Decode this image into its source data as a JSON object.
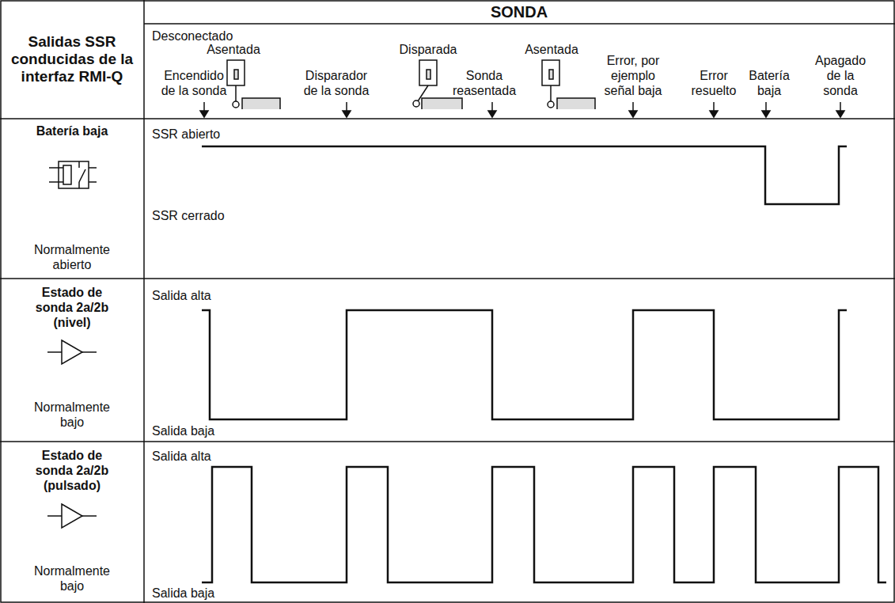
{
  "diagram": {
    "labels": [
      "Salidas SSR conducidas de la interfaz RMI-Q",
      "SONDA",
      "Desconectado",
      "Encendido de la sonda",
      "Asentada",
      "Disparador de la sonda",
      "Disparada",
      "Sonda reasentada",
      "Asentada",
      "Error, por ejemplo señal baja",
      "Error resuelto",
      "Batería baja",
      "Apagado de la sonda",
      "Batería baja",
      "Normalmente abierto",
      "SSR abierto",
      "SSR cerrado",
      "Estado de sonda 2a/2b (nivel)",
      "Normalmente bajo",
      "Salida alta",
      "Salida baja",
      "Estado de sonda 2a/2b (pulsado)",
      "Normalmente bajo",
      "Salida alta",
      "Salida baja"
    ]
  }
}
